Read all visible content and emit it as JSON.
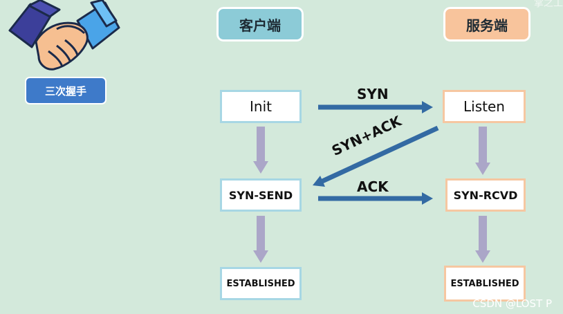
{
  "headers": {
    "client": "客户端",
    "server": "服务端"
  },
  "tag": "三次握手",
  "client_states": [
    "Init",
    "SYN-SEND",
    "ESTABLISHED"
  ],
  "server_states": [
    "Listen",
    "SYN-RCVD",
    "ESTABLISHED"
  ],
  "messages": {
    "syn": "SYN",
    "synack": "SYN+ACK",
    "ack": "ACK"
  },
  "watermark": "CSDN @LOST P",
  "corner_text": "掌之工",
  "colors": {
    "background": "#d3e9db",
    "client_header": "#8ccbd7",
    "server_header": "#f8c49c",
    "arrow": "#336aa3",
    "down_arrow": "#aba6c8",
    "tag": "#3e7ac9"
  }
}
